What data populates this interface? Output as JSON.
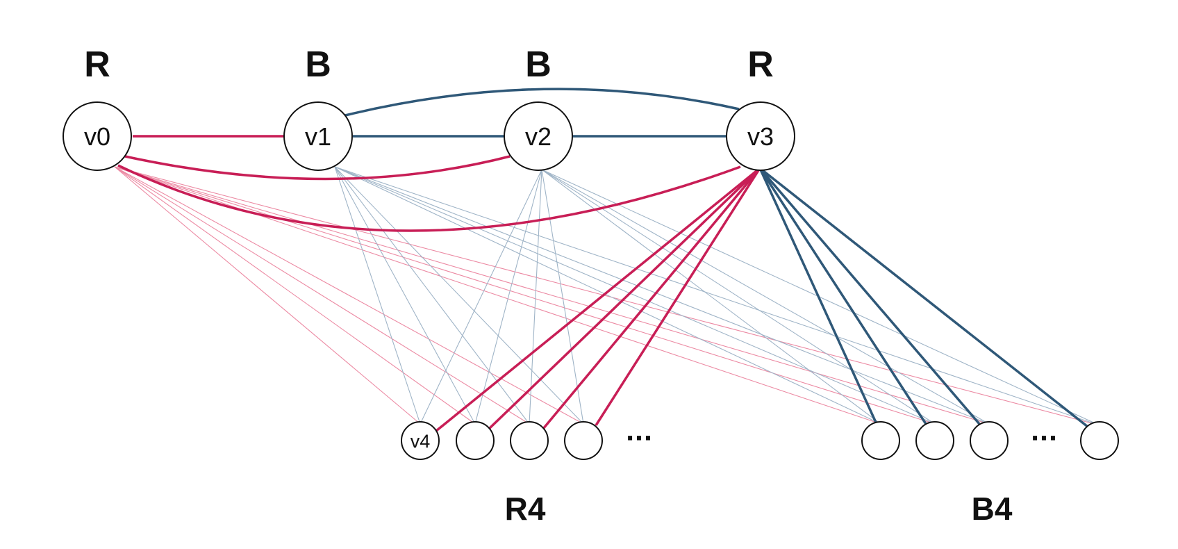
{
  "colors": {
    "red": "#c81e56",
    "red_light": "#ec8aa3",
    "blue": "#2f5878",
    "blue_light": "#9fb4c7"
  },
  "top_vertices": [
    {
      "id": "v0",
      "label": "v0",
      "header": "R"
    },
    {
      "id": "v1",
      "label": "v1",
      "header": "B"
    },
    {
      "id": "v2",
      "label": "v2",
      "header": "B"
    },
    {
      "id": "v3",
      "label": "v3",
      "header": "R"
    }
  ],
  "groups": {
    "r4": {
      "label": "R4",
      "first_vertex_label": "v4",
      "ellipsis": "···"
    },
    "b4": {
      "label": "B4",
      "ellipsis": "···"
    }
  },
  "top_edges": [
    {
      "from": "v0",
      "to": "v1",
      "color": "red"
    },
    {
      "from": "v1",
      "to": "v2",
      "color": "blue"
    },
    {
      "from": "v2",
      "to": "v3",
      "color": "blue"
    },
    {
      "from": "v1",
      "to": "v3",
      "color": "blue"
    },
    {
      "from": "v0",
      "to": "v2",
      "color": "red"
    },
    {
      "from": "v0",
      "to": "v3",
      "color": "red"
    }
  ]
}
